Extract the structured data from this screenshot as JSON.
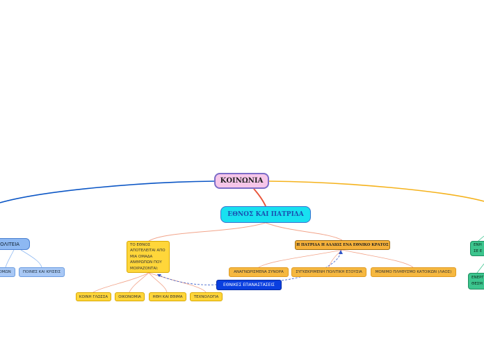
{
  "root": {
    "label": "ΚΟΙΝΩΝΙΑ"
  },
  "main": {
    "label": "ΕΘΝΟΣ ΚΑΙ ΠΑΤΡΙΔΑ"
  },
  "left_branch": {
    "label": "ΠΟΛΙΤΕΙΑ",
    "children": [
      "ΝΟΜΩΝ",
      "ΠΟΙΝΕΣ ΚΑΙ ΚΡΙΣΕΙΣ"
    ]
  },
  "ethnos_definition": {
    "lines": [
      "ΤΟ ΕΘΝΟΣ",
      "ΑΠΟΤΕΛΕΙΤΑΙ ΑΠΟ",
      "ΜΙΑ ΟΜΑΔΑ",
      "ΑΝΘΡΩΠΩΝ ΠΟΥ",
      "ΜΟΙΡΑΖΟΝΤΑΙ:"
    ],
    "children": [
      "ΚΟΙΝΗ ΓΛΩΣΣΑ",
      "ΟΙΚΟΝΟΜΙΑ",
      "ΗΘΗ ΚΑΙ ΕΘΙΜΑ",
      "ΤΕΧΝΟΛΟΓΙΑ"
    ]
  },
  "patrida": {
    "label": "Η ΠΑΤΡΙΔΑ Η ΑΛΛΙΩΣ ΕΝΑ ΕΘΝΙΚΟ ΚΡΑΤΟΣ",
    "children": [
      "ΑΝΑΓΝΩΡΙΣΜΕΝΑ ΣΥΝΟΡΑ",
      "ΣΥΓΚΕΚΡΙΜΕΝΗ ΠΟΛΙΤΙΚΗ ΕΞΟΥΣΙΑ",
      "ΜΟΝΙΜΟ ΠΛΗΘΥΣΜΟ ΚΑΤΟΙΚΩΝ (ΛΑΟΣ)"
    ]
  },
  "revolutions": {
    "label": "ΕΘΝΙΚΕΣ ΕΠΑΝΑΣΤΑΣΕΙΣ"
  },
  "right_branch": {
    "items": [
      {
        "lines": [
          "ΕΝΗ",
          "ΣΕ Ε"
        ]
      },
      {
        "lines": [
          "ΕΝΕΡΓ",
          "ΘΕΣΜ"
        ]
      }
    ]
  },
  "colors": {
    "left_link": "#0a55c5",
    "right_link": "#f5b21b",
    "main_link": "#e8553a",
    "sub_link": "#f2a48a",
    "relation_link": "#2e55c8"
  }
}
